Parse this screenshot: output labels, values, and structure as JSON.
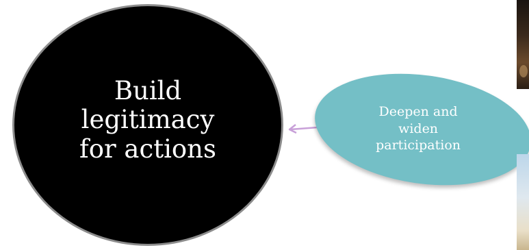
{
  "diagram": {
    "main_node": {
      "label": "Build legitimacy for actions",
      "fill": "#000000",
      "border": "#8c8c8c",
      "text_color": "#ffffff"
    },
    "secondary_node": {
      "label": "Deepen and widen participation",
      "fill": "#74bfc6",
      "text_color": "#ffffff"
    },
    "connector": {
      "color": "#c8a0d8",
      "direction": "secondary-to-main"
    }
  }
}
